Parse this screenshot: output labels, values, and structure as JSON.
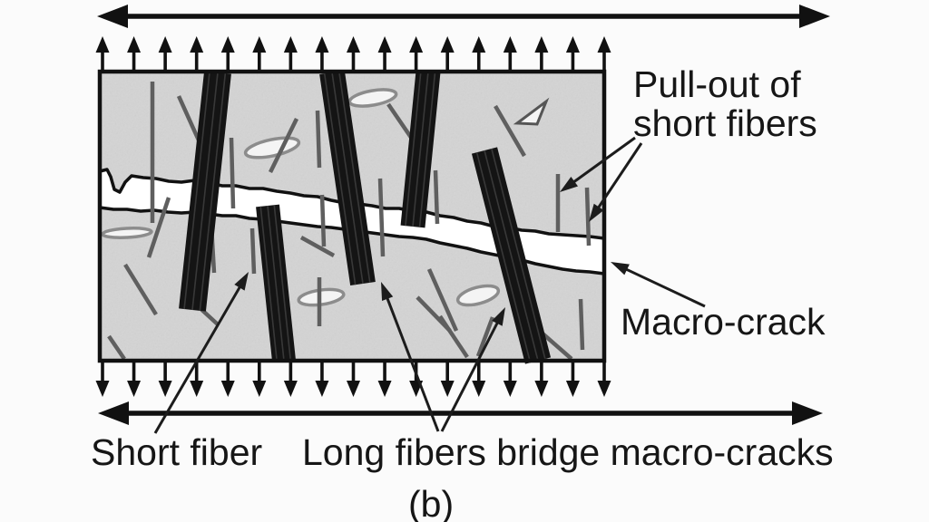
{
  "figure": {
    "type": "schematic-diagram",
    "subject": "fiber-reinforced-composite-crack-bridging",
    "panel_label": "(b)",
    "labels": {
      "pull_out_line1": "Pull-out of",
      "pull_out_line2": "short fibers",
      "macro_crack": "Macro-crack",
      "short_fiber": "Short fiber",
      "long_fibers_bridge": "Long fibers bridge macro-cracks"
    },
    "icons": {
      "top_arrow": "double-headed-horizontal-arrow",
      "bottom_arrow": "double-headed-horizontal-arrow",
      "load_arrows_top": "upward-tension-arrow-row",
      "load_arrows_bottom": "downward-tension-arrow-row"
    },
    "colors": {
      "background": "#fbfbfb",
      "matrix": "#d4d4d4",
      "ink": "#111111",
      "long_fiber": "#141414",
      "fiber_streak": "#3d3d3d",
      "short_fiber": "#5f5f5f",
      "crack": "#ffffff",
      "pore_fill": "#f4f4f4",
      "pore_stroke": "#8c8c8c",
      "text": "#161616"
    }
  }
}
